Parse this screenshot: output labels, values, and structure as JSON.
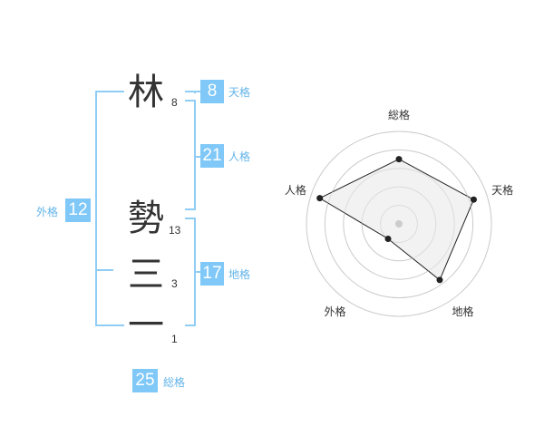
{
  "name_chars": [
    {
      "char": "林",
      "strokes": "8"
    },
    {
      "char": "勢",
      "strokes": "13"
    },
    {
      "char": "三",
      "strokes": "3"
    },
    {
      "char": "一",
      "strokes": "1"
    }
  ],
  "grades": {
    "tenkaku": {
      "label": "天格",
      "value": "8"
    },
    "jinkaku": {
      "label": "人格",
      "value": "21"
    },
    "chikaku": {
      "label": "地格",
      "value": "17"
    },
    "gaikaku": {
      "label": "外格",
      "value": "12"
    },
    "soukaku": {
      "label": "総格",
      "value": "25"
    }
  },
  "chart_data": {
    "type": "radar",
    "axes": [
      "総格",
      "天格",
      "地格",
      "外格",
      "人格"
    ],
    "values": [
      0.7,
      0.85,
      0.75,
      0.2,
      0.9
    ],
    "max": 1,
    "rings": 5,
    "colors": {
      "fill": "#efefef",
      "line": "#222222",
      "grid": "#cccccc"
    }
  }
}
